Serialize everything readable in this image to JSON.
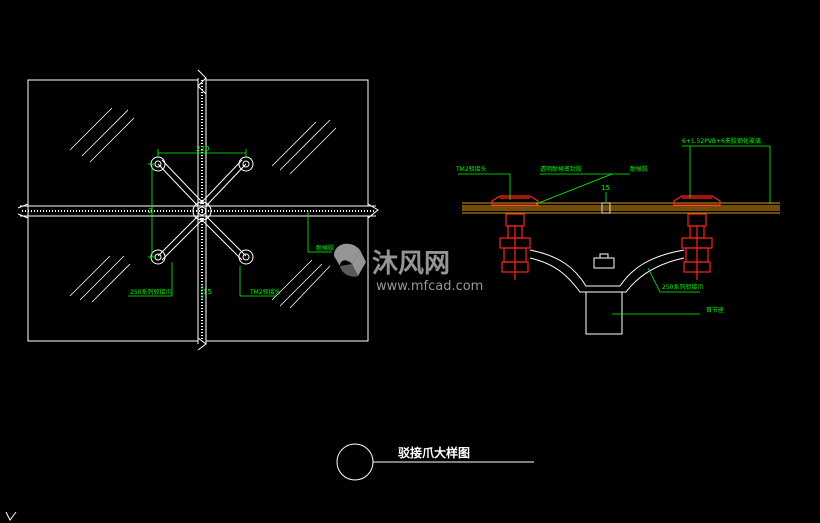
{
  "colors": {
    "background": "#000000",
    "outline": "#ffffff",
    "leader": "#00ff00",
    "glass_layer": "#d4a017",
    "glass_edge": "#ff8c00",
    "bolt": "#ff2020",
    "label": "#00ff00",
    "title": "#ffffff",
    "watermark": "#b0b0b0"
  },
  "plan_view": {
    "dim_top": "220",
    "dim_left": "2",
    "dim_bottom": "15",
    "label_bottom_left": "250系列驳接爪",
    "label_bottom_right": "TM2驳接头",
    "label_right": "耐候胶"
  },
  "section_view": {
    "label_head": "TM2驳接头",
    "label_sealant": "透明耐候密封胶",
    "label_adhesive": "耐候胶",
    "label_glass": "6+1.52PVB+6夹胶钢化玻璃",
    "label_claw": "250系列驳接爪",
    "label_base": "首节座",
    "dim_gap": "15"
  },
  "title": {
    "text": "驳接爪大样图"
  },
  "watermark": {
    "brand": "沐风网",
    "url": "www.mfcad.com",
    "logo_icon": "mfcad-logo-icon"
  }
}
